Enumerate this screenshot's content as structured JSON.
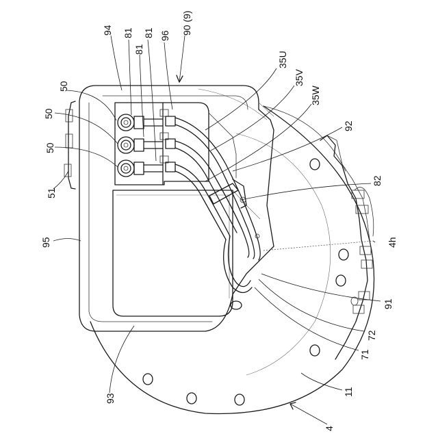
{
  "labels": [
    {
      "key": "l94",
      "text": "94"
    },
    {
      "key": "l81a",
      "text": "81"
    },
    {
      "key": "l81b",
      "text": "81"
    },
    {
      "key": "l81c",
      "text": "81"
    },
    {
      "key": "l96",
      "text": "96"
    },
    {
      "key": "l90",
      "text": "90 (9)"
    },
    {
      "key": "l35U",
      "text": "35U"
    },
    {
      "key": "l35V",
      "text": "35V"
    },
    {
      "key": "l35W",
      "text": "35W"
    },
    {
      "key": "l92",
      "text": "92"
    },
    {
      "key": "l82",
      "text": "82"
    },
    {
      "key": "l4h",
      "text": "4h"
    },
    {
      "key": "l91",
      "text": "91"
    },
    {
      "key": "l72",
      "text": "72"
    },
    {
      "key": "l71",
      "text": "71"
    },
    {
      "key": "l11",
      "text": "11"
    },
    {
      "key": "l4",
      "text": "4"
    },
    {
      "key": "l93",
      "text": "93"
    },
    {
      "key": "l95",
      "text": "95"
    },
    {
      "key": "l51",
      "text": "51"
    },
    {
      "key": "l50a",
      "text": "50"
    },
    {
      "key": "l50b",
      "text": "50"
    },
    {
      "key": "l50c",
      "text": "50"
    }
  ]
}
